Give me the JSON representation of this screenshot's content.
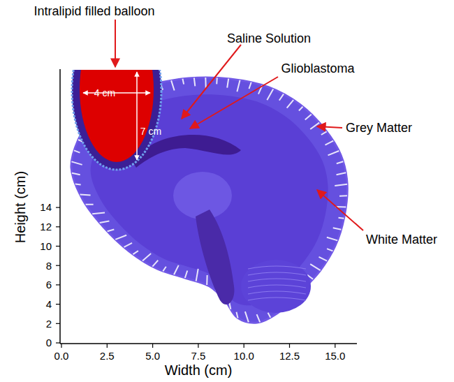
{
  "diagram": {
    "labels": [
      "Intralipid filled balloon",
      "Saline Solution",
      "Glioblastoma",
      "Grey Matter",
      "White Matter",
      "4 cm",
      "7 cm",
      "Height (cm)",
      "Width (cm)",
      "0",
      "2",
      "4",
      "6",
      "8",
      "10",
      "12",
      "14",
      "0.0",
      "2.5",
      "5.0",
      "7.5",
      "10.0",
      "12.5",
      "15.0"
    ]
  }
}
